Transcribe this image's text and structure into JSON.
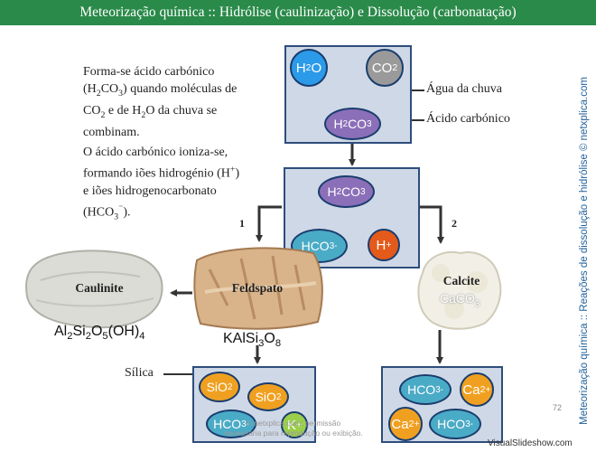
{
  "header": {
    "title": "Meteorização química :: Hidrólise (caulinização) e Dissolução (carbonatação)"
  },
  "side_caption": "Meteorização química :: Reações de dissolução e hidrólise © netxplica.com",
  "text": {
    "para1": {
      "l1": "Forma-se ácido carbónico",
      "l2a": "(H",
      "l2b": "2",
      "l2c": "CO",
      "l2d": "3",
      "l2e": ") quando moléculas de",
      "l3a": "CO",
      "l3b": "2",
      "l3c": " e de H",
      "l3d": "2",
      "l3e": "O da chuva se",
      "l4": "combinam."
    },
    "para2": {
      "l1": "O ácido carbónico ioniza-se,",
      "l2a": "formando iões hidrogénio (H",
      "l2b": "+",
      "l2c": ")",
      "l3": "e iões hidrogenocarbonato",
      "l4a": "(HCO",
      "l4b": "3",
      "l4c": "⁻",
      "l4d": ")."
    }
  },
  "labels": {
    "rain_water": "Água da chuva",
    "carbonic_acid": "Ácido carbónico",
    "silica": "Sílica",
    "branch1": "1",
    "branch2": "2"
  },
  "molecules": {
    "h2o": {
      "a": "H",
      "b": "2",
      "c": "O"
    },
    "co2": {
      "a": "CO",
      "b": "2"
    },
    "h2co3": {
      "a": "H",
      "b": "2",
      "c": "CO",
      "d": "3"
    },
    "hco3": {
      "a": "HCO",
      "b": "3",
      "c": "-"
    },
    "hplus": {
      "a": "H",
      "b": "+"
    },
    "sio2": {
      "a": "SiO",
      "b": "2"
    },
    "kplus": {
      "a": "K",
      "b": "+"
    },
    "ca2plus": {
      "a": "Ca",
      "b": "2+"
    }
  },
  "rocks": {
    "caulinite": {
      "name": "Caulinite",
      "formula": {
        "a": "Al",
        "b": "2",
        "c": "Si",
        "d": "2",
        "e": "O",
        "f": "5",
        "g": "(OH)",
        "h": "4"
      }
    },
    "feldspato": {
      "name": "Feldspato",
      "formula": {
        "a": "KAlSi",
        "b": "3",
        "c": "O",
        "d": "8"
      }
    },
    "calcite": {
      "name": "Calcite",
      "formula": {
        "a": "CaCO",
        "b": "3"
      }
    }
  },
  "footer": {
    "watermark_l1": "© netxplica.com: permissão",
    "watermark_l2": "necessária para reprodução ou exibição.",
    "page": "72",
    "brand": "VisualSlideshow.com"
  }
}
